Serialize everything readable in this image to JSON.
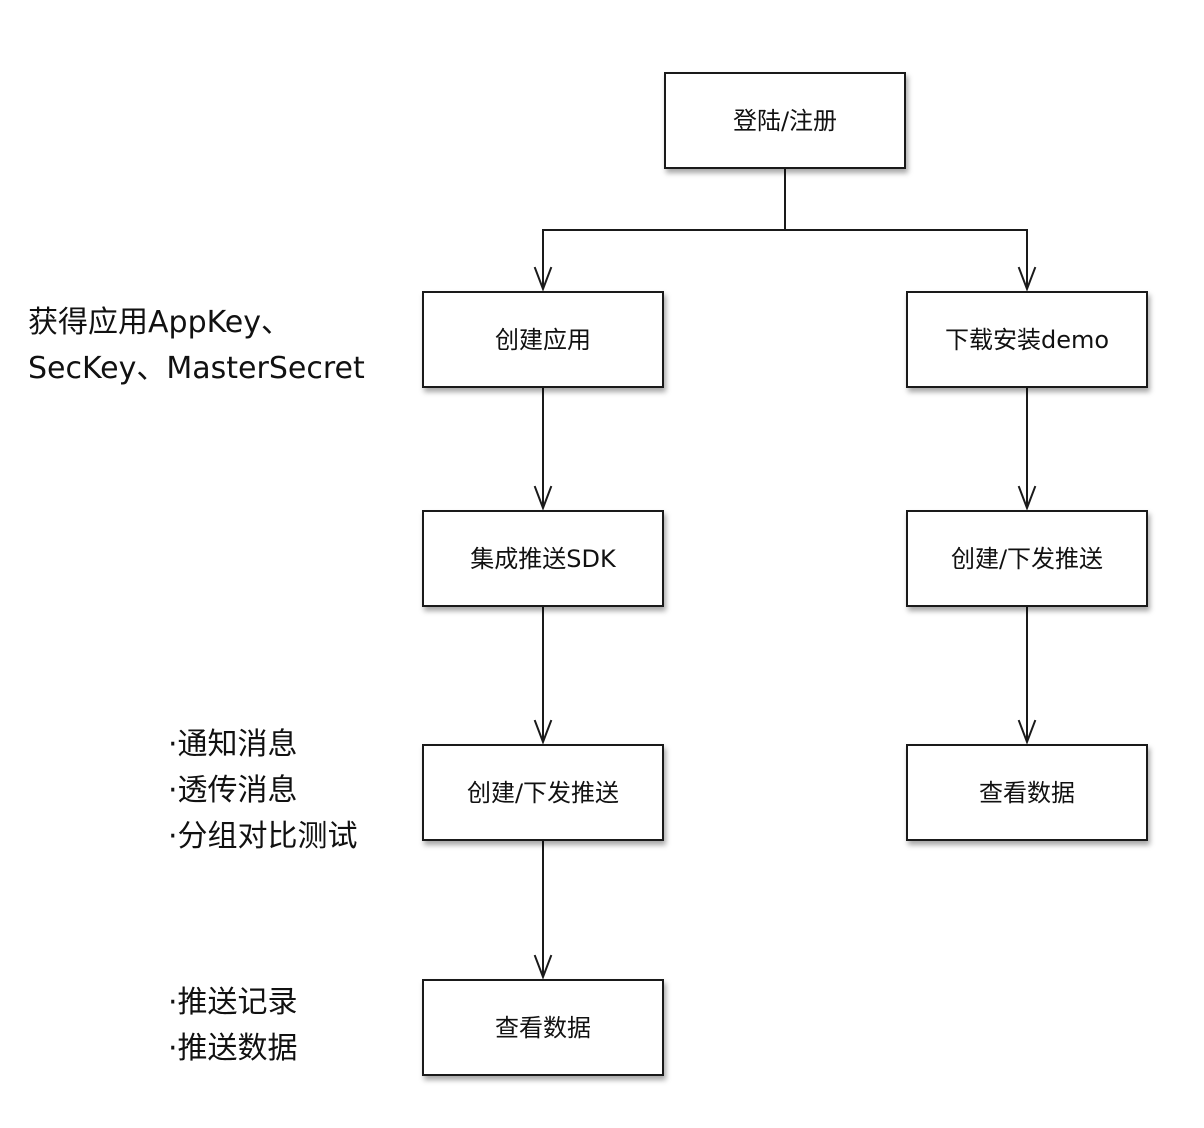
{
  "nodes": {
    "login": "登陆/注册",
    "create_app": "创建应用",
    "download_demo": "下载安装demo",
    "integrate_sdk": "集成推送SDK",
    "right_push": "创建/下发推送",
    "left_push": "创建/下发推送",
    "right_view": "查看数据",
    "left_view": "查看数据"
  },
  "notes": {
    "app_keys": [
      "获得应用AppKey、",
      "SecKey、MasterSecret"
    ],
    "push_types": [
      "·通知消息",
      "·透传消息",
      "·分组对比测试"
    ],
    "view_items": [
      "·推送记录",
      "·推送数据"
    ]
  },
  "colors": {
    "line": "#1a1a1a",
    "box_border": "#1a1a1a",
    "background": "#ffffff"
  }
}
